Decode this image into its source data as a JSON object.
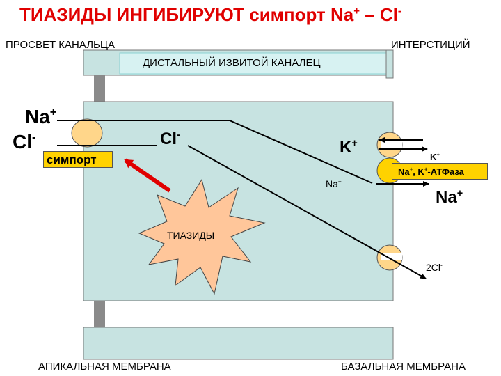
{
  "title": {
    "main": "ТИАЗИДЫ ИНГИБИРУЮТ симпорт  Na",
    "sup1": "+",
    "mid": " – Cl",
    "sup2": "-"
  },
  "labels": {
    "lumen": "ПРОСВЕТ КАНАЛЬЦА",
    "interstitium": "ИНТЕРСТИЦИЙ",
    "tubule": "ДИСТАЛЬНЫЙ ИЗВИТОЙ КАНАЛЕЦ",
    "apical": "АПИКАЛЬНАЯ МЕМБРАНА",
    "basal": "БАЗАЛЬНАЯ МЕМБРАНА"
  },
  "ions": {
    "na_lumen": "Na",
    "na_lumen_sup": "+",
    "cl_lumen": "Cl",
    "cl_lumen_sup": "-",
    "cl_cell": "Cl",
    "cl_cell_sup": "-",
    "k_cell": "K",
    "k_cell_sup": "+",
    "na_cell": "Na",
    "na_cell_sup": "+",
    "k_out": "K",
    "k_out_sup": "+",
    "na_out": "Na",
    "na_out_sup": "+",
    "cl_out": "2Cl",
    "cl_out_sup": "-"
  },
  "symport": "симпорт",
  "atpase": {
    "a": "Na",
    "a_sup": "+",
    "b": ", K",
    "b_sup": "+",
    "c": "-АТФаза"
  },
  "drug": "ТИАЗИДЫ",
  "colors": {
    "title": "#e00000",
    "cell": "#c7e3e1",
    "membrane": "#8a8a8a",
    "transporter": "#ffd68a",
    "box_fill": "#ffd200",
    "arrow_red": "#e00000"
  }
}
